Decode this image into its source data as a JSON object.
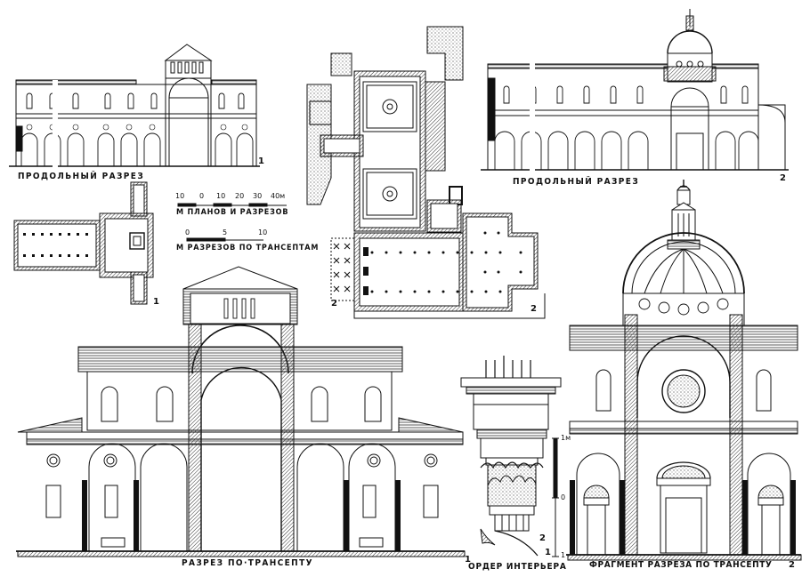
{
  "labels": {
    "long_section_1": "ПРОДОЛЬНЫЙ РАЗРЕЗ",
    "long_section_2": "ПРОДОЛЬНЫЙ РАЗРЕЗ",
    "scale_plans": "М ПЛАНОВ И РАЗРЕЗОВ",
    "scale_transept": "М РАЗРЕЗОВ ПО ТРАНСЕПТАМ",
    "transept_section": "РАЗРЕЗ ПО·ТРАНСЕПТУ",
    "order": "ОРДЕР ИНТЕРЬЕРА",
    "transept_fragment": "ФРАГМЕНТ РАЗРЕЗА ПО ТРАНСЕПТУ"
  },
  "numbers": {
    "n1_long": "1",
    "n2_long": "2",
    "n1_plan": "1",
    "n2_plan_a": "2",
    "n2_plan_b": "2",
    "n1_transept": "1",
    "n2_fragment": "2",
    "n2_order": "2",
    "n1_order": "1"
  },
  "scale_plans_ticks": [
    "10",
    "0",
    "10",
    "20",
    "30",
    "40м"
  ],
  "scale_transept_ticks": [
    "0",
    "5",
    "10"
  ],
  "order_scale_ticks": [
    "1м",
    "0",
    "1"
  ],
  "colors": {
    "ink": "#111111",
    "paper": "#ffffff",
    "hatch": "#555555"
  }
}
